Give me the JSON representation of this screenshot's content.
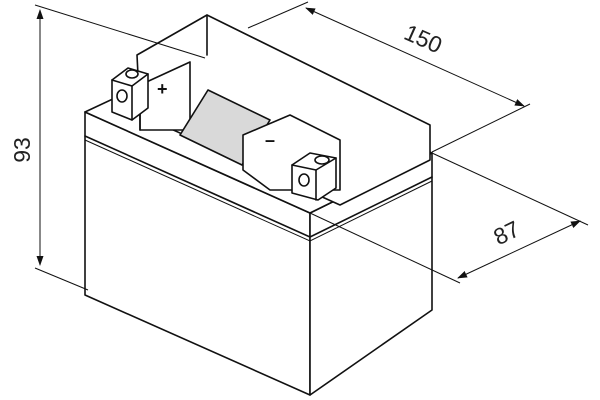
{
  "dimensions": {
    "length": "150",
    "width": "87",
    "height": "93"
  },
  "terminals": {
    "positive_symbol": "+",
    "negative_symbol": "–"
  },
  "colors": {
    "line": "#111111",
    "background": "#ffffff"
  }
}
